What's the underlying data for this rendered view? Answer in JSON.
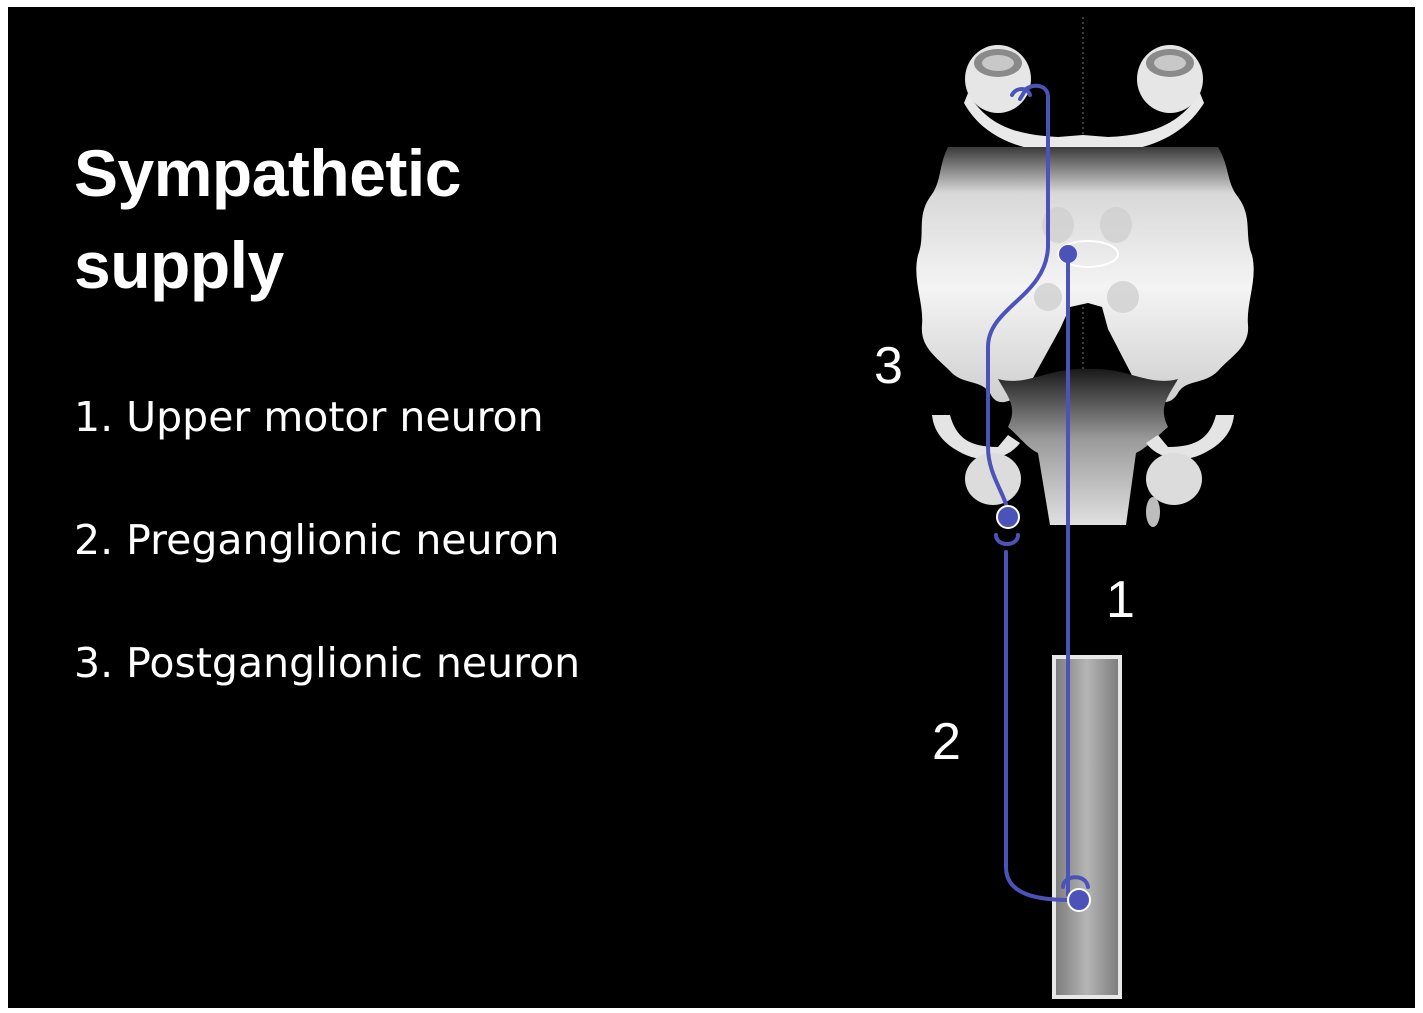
{
  "title_lines": [
    "Sympathetic",
    "supply"
  ],
  "legend": [
    "1. Upper motor neuron",
    "2. Preganglionic neuron",
    "3. Postganglionic neuron"
  ],
  "diagram": {
    "labels": [
      "1",
      "2",
      "3"
    ],
    "pathway_color": "#4c53b8",
    "tissue_light": "#f2f2f2",
    "tissue_dark": "#2a2a2a",
    "background": "#000000"
  }
}
